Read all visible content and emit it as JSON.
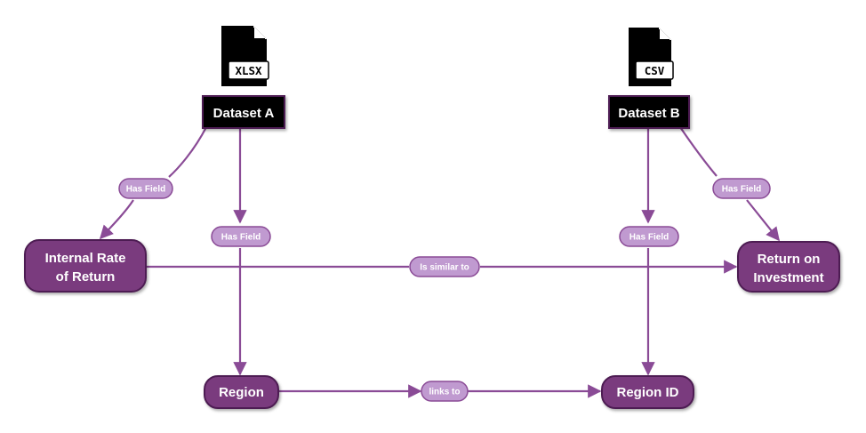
{
  "files": {
    "a": {
      "extension": "XLSX"
    },
    "b": {
      "extension": "CSV"
    }
  },
  "datasets": {
    "a": {
      "label": "Dataset A"
    },
    "b": {
      "label": "Dataset B"
    }
  },
  "fields": {
    "irr": {
      "line1": "Internal Rate",
      "line2": "of Return"
    },
    "roi": {
      "line1": "Return on",
      "line2": "Investment"
    },
    "region": {
      "label": "Region"
    },
    "region_id": {
      "label": "Region ID"
    }
  },
  "edge_labels": {
    "a_irr": "Has Field",
    "a_region": "Has Field",
    "b_region_id": "Has Field",
    "b_roi": "Has Field",
    "similar": "Is similar to",
    "links": "links to"
  },
  "colors": {
    "node_fill": "#7a3a7e",
    "node_stroke": "#4e1f52",
    "edge": "#8a4b96",
    "edge_label_fill": "#c09ad0",
    "edge_label_stroke": "#8a4b96",
    "dataset_fill": "#000000"
  },
  "icons": {
    "file_a": "document-icon",
    "file_b": "document-icon"
  }
}
